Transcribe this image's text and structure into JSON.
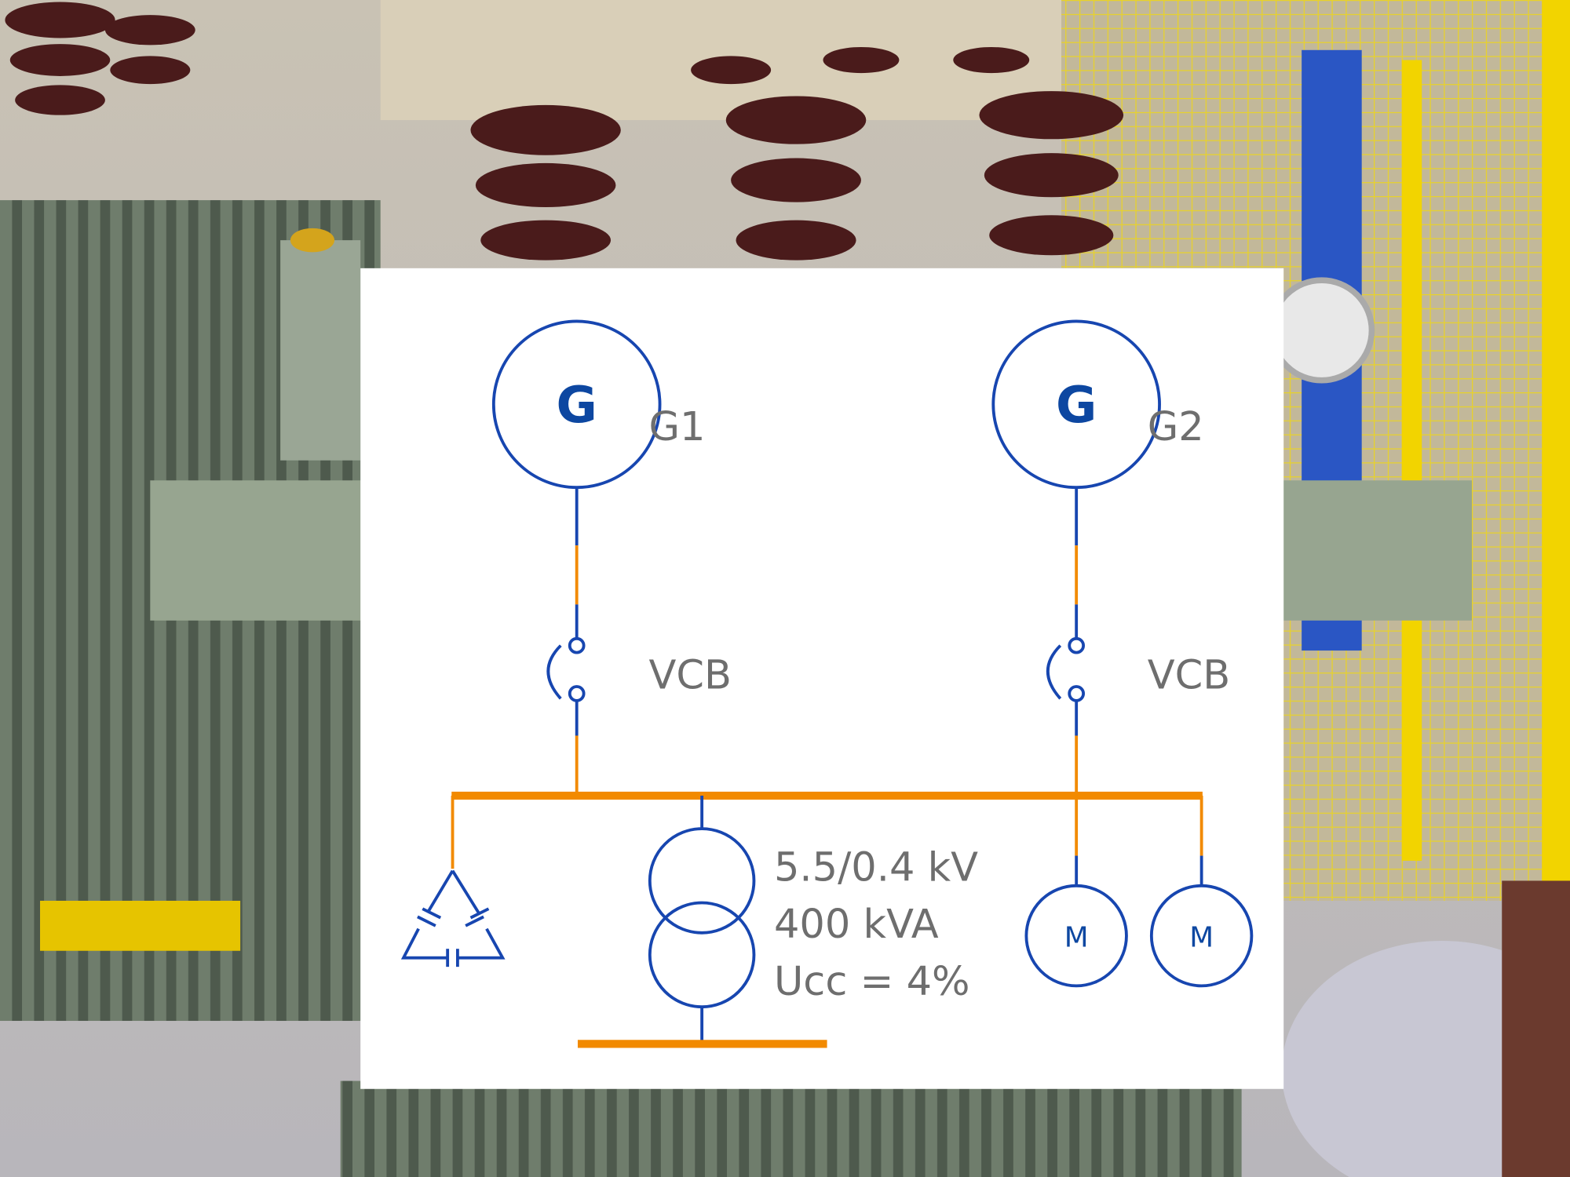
{
  "colors": {
    "symbol": "#1746b0",
    "bus": "#f28a00",
    "label": "#6e6e6e",
    "panel": "#ffffff"
  },
  "generators": [
    {
      "symbol": "G",
      "label": "G1"
    },
    {
      "symbol": "G",
      "label": "G2"
    }
  ],
  "breakers": [
    {
      "label": "VCB"
    },
    {
      "label": "VCB"
    }
  ],
  "transformer": {
    "voltage": "5.5/0.4 kV",
    "rating": "400 kVA",
    "impedance": "Ucc = 4%"
  },
  "motors": [
    {
      "symbol": "M"
    },
    {
      "symbol": "M"
    }
  ]
}
